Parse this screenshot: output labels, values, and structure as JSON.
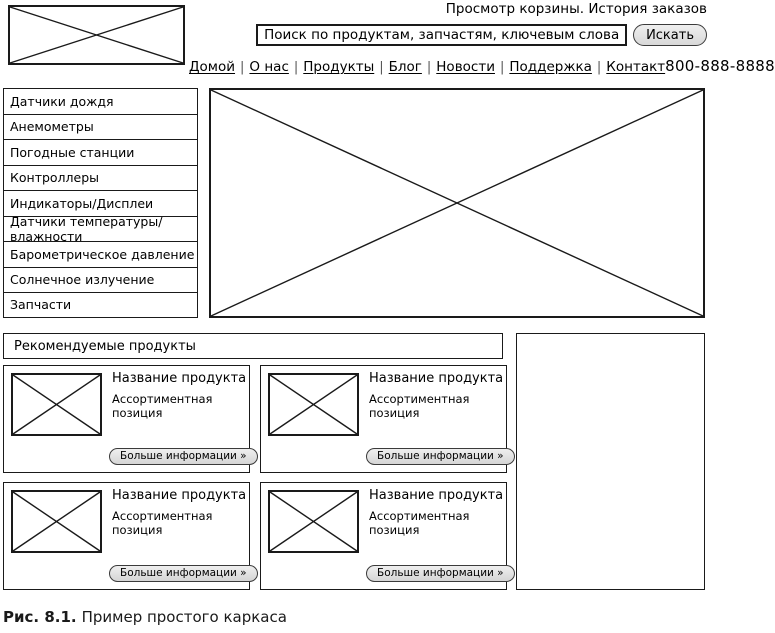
{
  "header": {
    "logo_alt": "logo-placeholder",
    "cart_links": "Просмотр корзины. История заказов",
    "search": {
      "value": "Поиск по продуктам, запчастям, ключевым словам",
      "placeholder": "Поиск по продуктам, запчастям, ключевым словам",
      "button_label": "Искать"
    },
    "nav": [
      {
        "label": "Домой"
      },
      {
        "label": "О нас"
      },
      {
        "label": "Продукты"
      },
      {
        "label": "Блог"
      },
      {
        "label": "Новости"
      },
      {
        "label": "Поддержка"
      },
      {
        "label": "Контакт"
      }
    ],
    "nav_separator": "|",
    "phone": "800-888-8888"
  },
  "sidebar": {
    "items": [
      {
        "label": "Датчики дождя"
      },
      {
        "label": "Анемометры"
      },
      {
        "label": "Погодные станции"
      },
      {
        "label": "Контроллеры"
      },
      {
        "label": "Индикаторы/Дисплеи"
      },
      {
        "label": "Датчики температуры/влажности"
      },
      {
        "label": "Барометрическое давление"
      },
      {
        "label": "Солнечное излучение"
      },
      {
        "label": "Запчасти"
      }
    ]
  },
  "hero": {
    "alt": "hero-image-placeholder"
  },
  "featured": {
    "title": "Рекомендуемые продукты",
    "products": [
      {
        "title": "Название продукта",
        "description": "Ассортиментная позиция",
        "button_label": "Больше информации »",
        "thumb_alt": "product-image-placeholder"
      },
      {
        "title": "Название продукта",
        "description": "Ассортиментная позиция",
        "button_label": "Больше информации »",
        "thumb_alt": "product-image-placeholder"
      },
      {
        "title": "Название продукта",
        "description": "Ассортиментная позиция",
        "button_label": "Больше информации »",
        "thumb_alt": "product-image-placeholder"
      },
      {
        "title": "Название продукта",
        "description": "Ассортиментная позиция",
        "button_label": "Больше информации »",
        "thumb_alt": "product-image-placeholder"
      }
    ]
  },
  "ad_panel": {
    "content": ""
  },
  "caption": {
    "number": "Рис. 8.1.",
    "text": "Пример простого каркаса"
  },
  "colors": {
    "line": "#1a1a1a",
    "background": "#ffffff",
    "button_fill": "#e4e4e4",
    "text": "#000000"
  }
}
